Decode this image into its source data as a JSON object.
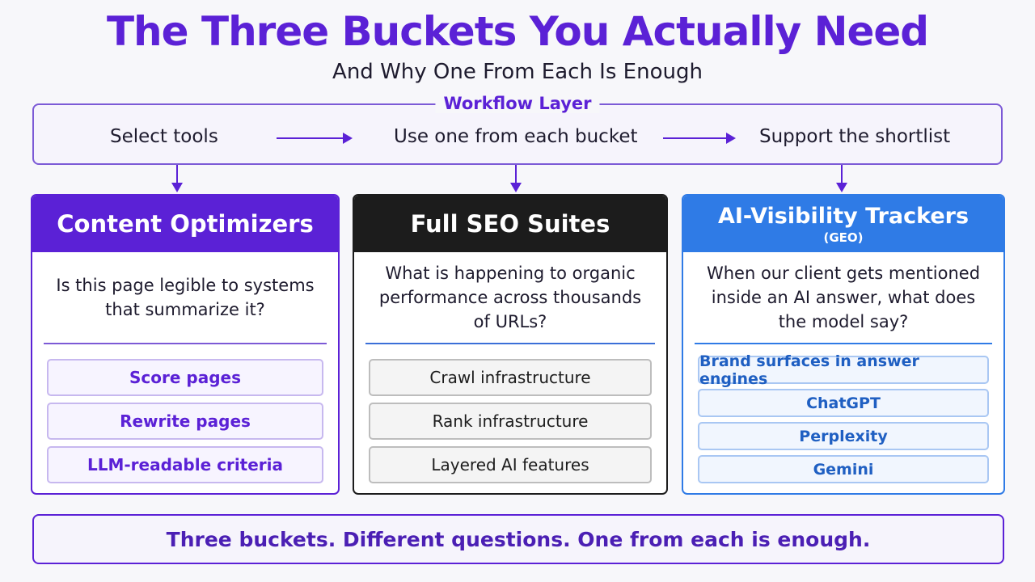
{
  "header": {
    "title": "The Three Buckets You Actually Need",
    "subtitle": "And Why One From Each Is Enough"
  },
  "workflow": {
    "label": "Workflow Layer",
    "steps": [
      "Select tools",
      "Use one from each bucket",
      "Support the shortlist"
    ]
  },
  "buckets": [
    {
      "name": "Content Optimizers",
      "question": "Is this page legible to systems that summarize it?",
      "items": [
        "Score pages",
        "Rewrite pages",
        "LLM-readable criteria"
      ],
      "color": "#5b21d6"
    },
    {
      "name": "Full SEO Suites",
      "question": "What is happening to organic performance across thousands of URLs?",
      "items": [
        "Crawl infrastructure",
        "Rank infrastructure",
        "Layered AI features"
      ],
      "color": "#1c1c1c"
    },
    {
      "name": "AI-Visibility Trackers",
      "subtitle": "(GEO)",
      "question": "When our client gets mentioned inside an AI answer, what does the model say?",
      "items": [
        "Brand surfaces in answer engines",
        "ChatGPT",
        "Perplexity",
        "Gemini"
      ],
      "color": "#2f7be6"
    }
  ],
  "footer": {
    "text": "Three buckets. Different questions. One from each is enough."
  }
}
